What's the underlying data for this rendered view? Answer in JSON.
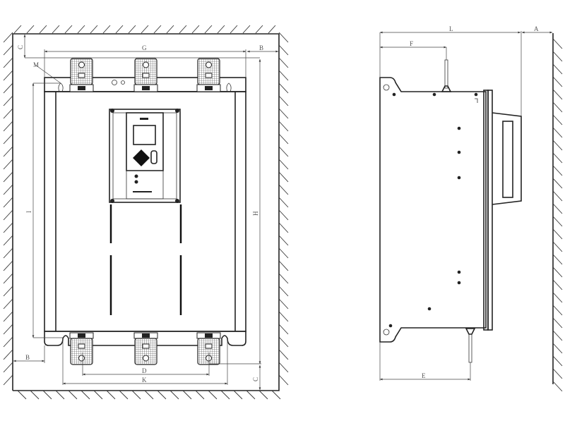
{
  "front_view": {
    "dimensions": {
      "top_clearance": "C",
      "mount_width": "G",
      "side_clearance_top": "B",
      "mount_hole": "M",
      "mount_height": "I",
      "overall_height": "H",
      "side_clearance_bottom": "B",
      "terminal_pitch": "D",
      "slot_width": "K",
      "bottom_clearance": "C"
    },
    "terminal_count_top": 3,
    "terminal_count_bottom": 3
  },
  "side_view": {
    "dimensions": {
      "depth": "L",
      "rear_clearance": "A",
      "top_terminal_offset": "F",
      "bottom_terminal_offset": "E"
    }
  },
  "colors": {
    "line": "#222222",
    "background": "#ffffff"
  }
}
